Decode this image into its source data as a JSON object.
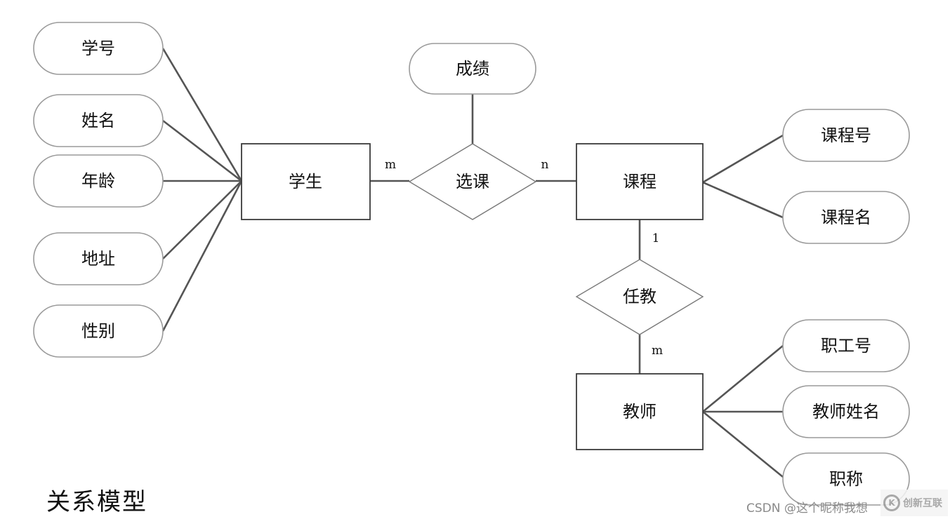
{
  "entities": {
    "student": "学生",
    "course": "课程",
    "teacher": "教师"
  },
  "relationships": {
    "select_course": "选课",
    "teach": "任教"
  },
  "attributes": {
    "student_id": "学号",
    "student_name": "姓名",
    "age": "年龄",
    "address": "地址",
    "gender": "性别",
    "score": "成绩",
    "course_id": "课程号",
    "course_name": "课程名",
    "staff_id": "职工号",
    "teacher_name": "教师姓名",
    "title": "职称"
  },
  "cardinalities": {
    "student_select": "m",
    "select_course": "n",
    "course_teach": "1",
    "teach_teacher": "m"
  },
  "caption": "关系模型",
  "watermark": "CSDN @这个昵称我想",
  "logo": {
    "mark": "K",
    "text": "创新互联"
  }
}
